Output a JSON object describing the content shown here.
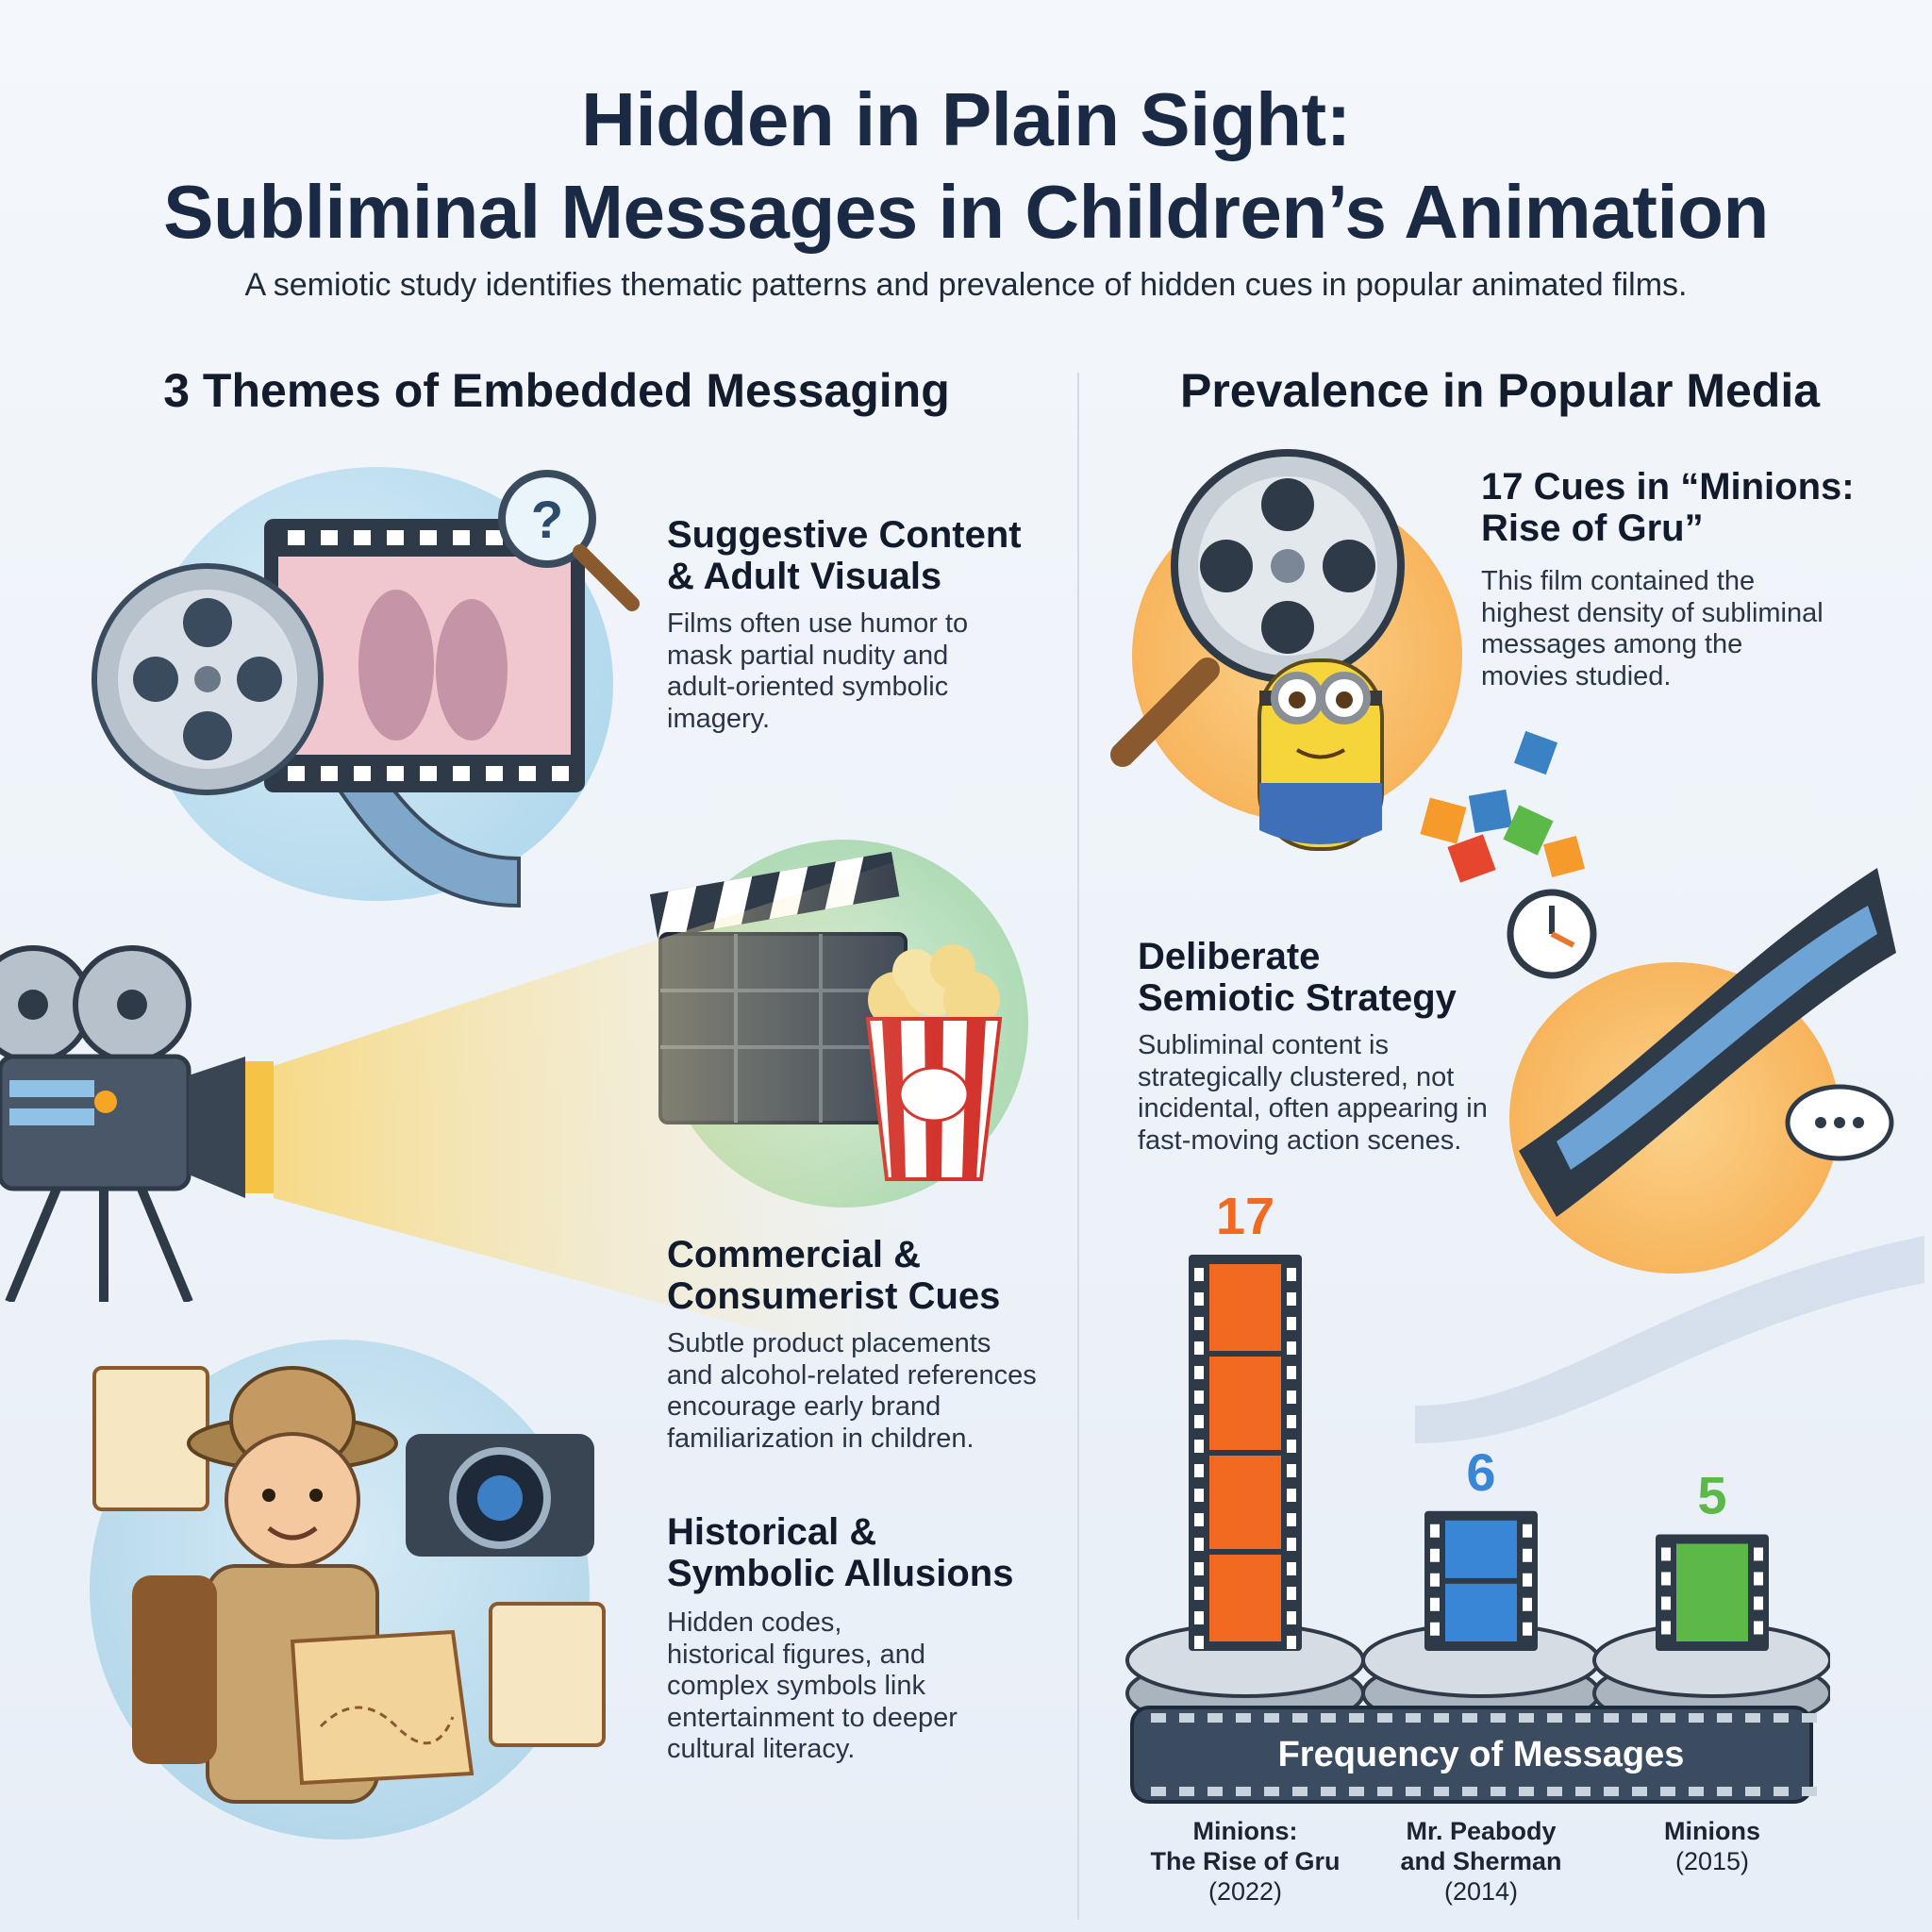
{
  "header": {
    "title_line1": "Hidden in Plain Sight:",
    "title_line2": "Subliminal Messages in Children’s Animation",
    "subtitle": "A semiotic study identifies thematic patterns and prevalence of hidden cues in popular animated films."
  },
  "left": {
    "heading": "3 Themes of Embedded Messaging",
    "themes": [
      {
        "title_line1": "Suggestive Content",
        "title_line2": "& Adult Visuals",
        "body": [
          "Films often use humor to",
          "mask partial nudity and",
          "adult-oriented symbolic",
          "imagery."
        ]
      },
      {
        "title_line1": "Commercial &",
        "title_line2": "Consumerist Cues",
        "body": [
          "Subtle product placements",
          "and alcohol-related references",
          "encourage early brand",
          "familiarization in children."
        ]
      },
      {
        "title_line1": "Historical &",
        "title_line2": "Symbolic Allusions",
        "body": [
          "Hidden codes,",
          "historical figures, and",
          "complex symbols link",
          "entertainment to deeper",
          "cultural literacy."
        ]
      }
    ]
  },
  "right": {
    "heading": "Prevalence in Popular Media",
    "highlight": {
      "title_line1": "17 Cues in “Minions:",
      "title_line2": "Rise of Gru”",
      "body": [
        "This film contained the",
        "highest density of subliminal",
        "messages among the",
        "movies studied."
      ]
    },
    "strategy": {
      "title_line1": "Deliberate",
      "title_line2": "Semiotic Strategy",
      "body": [
        "Subliminal content is",
        "strategically clustered, not",
        "incidental, often appearing in",
        "fast-moving action scenes."
      ]
    }
  },
  "chart_data": {
    "type": "bar",
    "title": "Frequency of Messages",
    "categories": [
      {
        "name_line1": "Minions:",
        "name_line2": "The Rise of Gru",
        "year": "(2022)"
      },
      {
        "name_line1": "Mr. Peabody",
        "name_line2": "and Sherman",
        "year": "(2014)"
      },
      {
        "name_line1": "Minions",
        "name_line2": "",
        "year": "(2015)"
      }
    ],
    "values": [
      17,
      6,
      5
    ],
    "value_labels": [
      "17",
      "6",
      "5"
    ],
    "colors": [
      "#f26a22",
      "#3a86d6",
      "#5cb947"
    ],
    "ylim": [
      0,
      17
    ]
  },
  "colors": {
    "title": "#1b2a44",
    "bar1": "#f26a22",
    "bar2": "#3a86d6",
    "bar3": "#5cb947"
  }
}
